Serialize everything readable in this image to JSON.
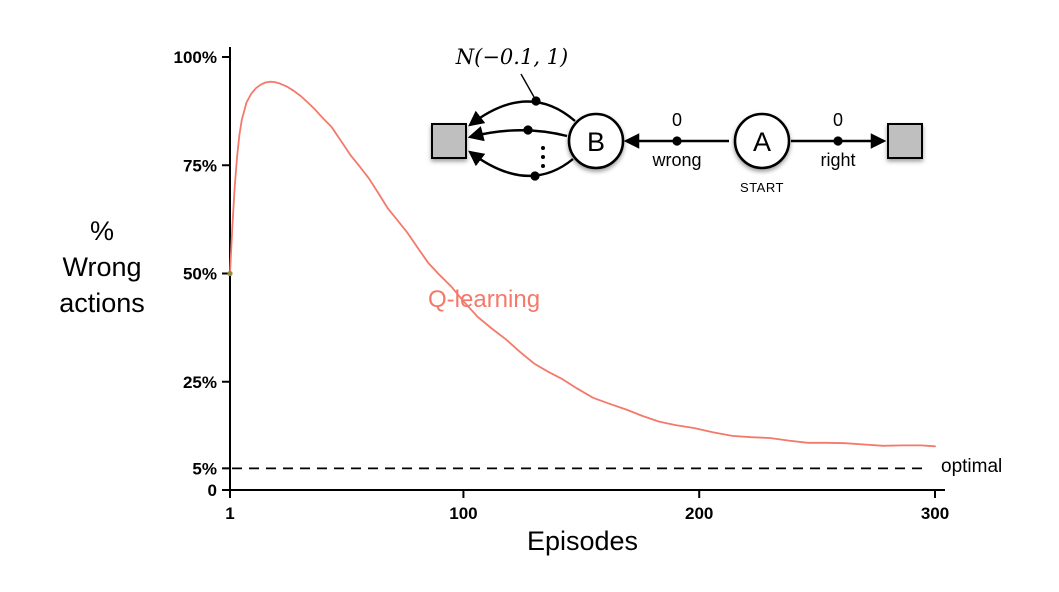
{
  "chart_data": {
    "type": "line",
    "title": "",
    "xlabel": "Episodes",
    "ylabel": "% Wrong actions",
    "xlim": [
      1,
      300
    ],
    "ylim": [
      0,
      100
    ],
    "grid": false,
    "legend_position": "inline-annotation",
    "x_ticks": [
      {
        "value": 1,
        "label": "1"
      },
      {
        "value": 100,
        "label": "100"
      },
      {
        "value": 200,
        "label": "200"
      },
      {
        "value": 300,
        "label": "300"
      }
    ],
    "y_ticks": [
      {
        "value": 100,
        "label": "100%"
      },
      {
        "value": 75,
        "label": "75%"
      },
      {
        "value": 50,
        "label": "50%"
      },
      {
        "value": 25,
        "label": "25%"
      },
      {
        "value": 5,
        "label": "5%"
      },
      {
        "value": 0,
        "label": "0"
      }
    ],
    "series": [
      {
        "name": "Q-learning",
        "color": "#f4796b",
        "x": [
          1,
          2,
          3,
          4,
          5,
          6,
          8,
          10,
          12,
          14,
          16,
          18,
          20,
          22,
          25,
          28,
          31,
          34,
          37,
          40,
          44,
          48,
          52,
          56,
          60,
          64,
          68,
          72,
          76,
          80,
          85,
          90,
          95,
          100,
          106,
          112,
          118,
          124,
          130,
          136,
          142,
          148,
          155,
          162,
          169,
          176,
          183,
          190,
          198,
          206,
          214,
          222,
          230,
          238,
          246,
          254,
          262,
          270,
          278,
          286,
          294,
          300
        ],
        "y": [
          50,
          61,
          70,
          77,
          82,
          85.5,
          89.5,
          91.5,
          92.8,
          93.6,
          94.1,
          94.3,
          94.2,
          93.9,
          93.2,
          92.2,
          91.0,
          89.5,
          87.9,
          86.1,
          83.9,
          80.7,
          77.4,
          74.7,
          71.9,
          68.5,
          65.0,
          62.3,
          59.6,
          56.4,
          52.5,
          49.6,
          46.9,
          43.6,
          40.0,
          37.3,
          34.8,
          31.9,
          29.2,
          27.3,
          25.6,
          23.5,
          21.3,
          19.9,
          18.6,
          17.1,
          15.8,
          15.0,
          14.3,
          13.3,
          12.5,
          12.2,
          12.0,
          11.4,
          10.9,
          10.9,
          10.8,
          10.5,
          10.2,
          10.3,
          10.3,
          10.1
        ]
      }
    ],
    "start_marker": {
      "x": 1,
      "y": 50,
      "color": "#9a8b3a"
    },
    "reference_line": {
      "value": 5,
      "label": "optimal",
      "style": "dashed",
      "color": "#000000"
    }
  },
  "ylabel_lines": [
    "%",
    "Wrong",
    "actions"
  ],
  "inset": {
    "noise_label": "N(−0.1, 1)",
    "state_b": "B",
    "state_a": "A",
    "start_label": "START",
    "wrong_action": {
      "reward": "0",
      "label": "wrong"
    },
    "right_action": {
      "reward": "0",
      "label": "right"
    },
    "terminal_color": "#bfbfbf"
  }
}
